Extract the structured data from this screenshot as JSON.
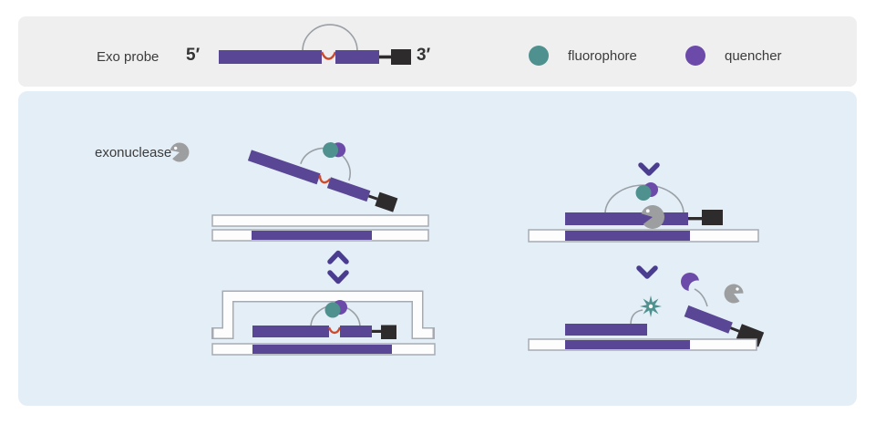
{
  "banner": {
    "probe_label": "Exo probe",
    "five_prime": "5′",
    "three_prime": "3′",
    "legend": {
      "fluorophore": "fluorophore",
      "quencher": "quencher"
    }
  },
  "panel": {
    "enzyme_label": "exonuclease"
  },
  "colors": {
    "probe_purple": "#594694",
    "fluorophore_teal": "#4f918e",
    "quencher_purple": "#6b4aa9",
    "chevron_purple": "#4a3d8f",
    "cleavage_red": "#cf4a2a",
    "enzyme_gray": "#9c9ea0",
    "strand_outline": "#a6abb3",
    "arc_gray": "#9aa0a6",
    "block_black": "#2e2b2c",
    "banner_bg": "#efeff0",
    "panel_bg": "#e4eef6"
  }
}
